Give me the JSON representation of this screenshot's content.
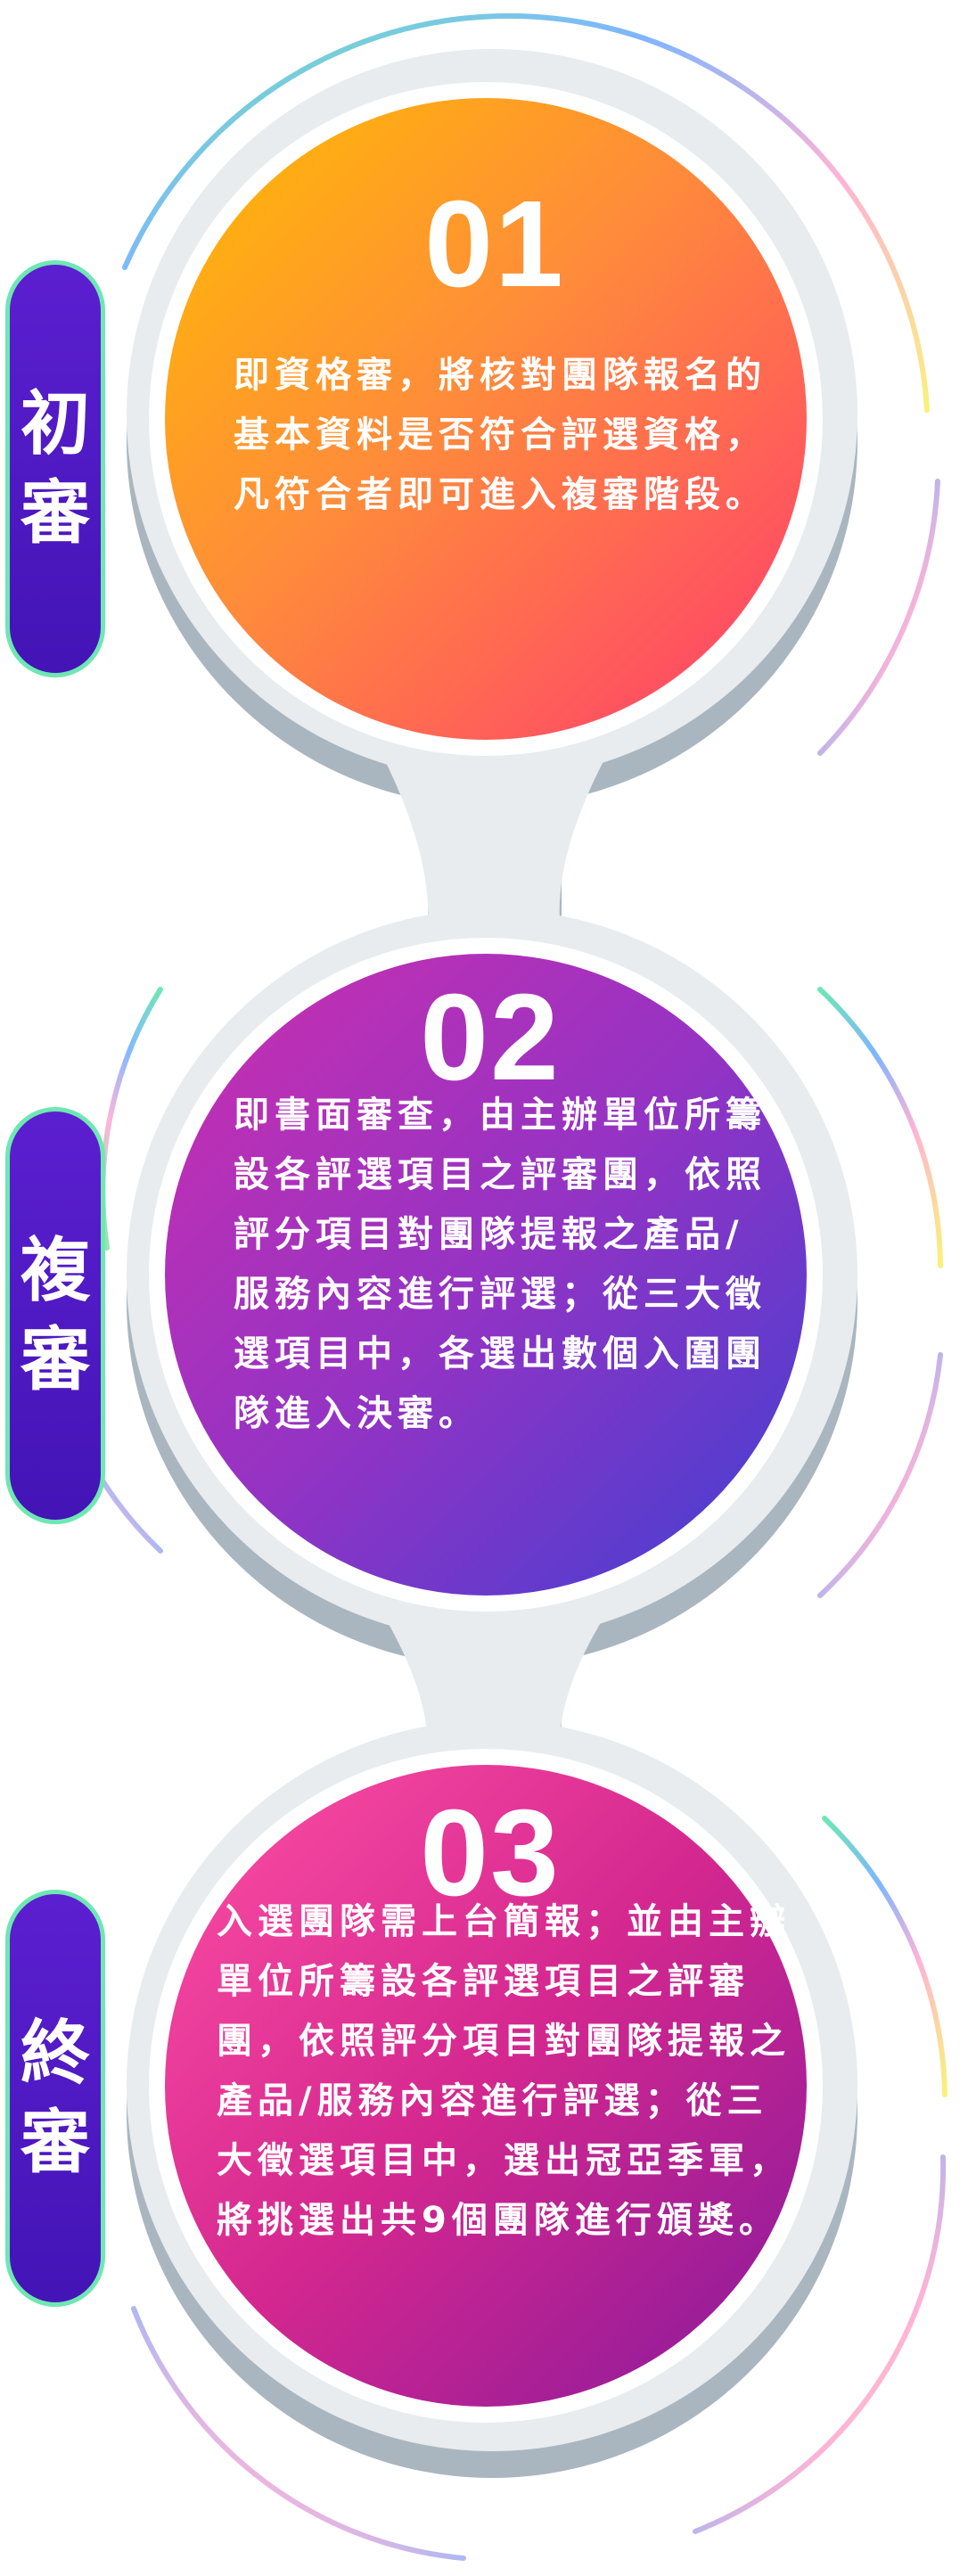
{
  "stages": [
    {
      "number": "01",
      "tag": "初審",
      "description": "即資格審，將核對團隊報名的基本資料是否符合評選資格，凡符合者即可進入複審階段。"
    },
    {
      "number": "02",
      "tag": "複審",
      "description": "即書面審查，由主辦單位所籌設各評選項目之評審團，依照評分項目對團隊提報之產品/服務內容進行評選；從三大徵選項目中，各選出數個入圍團隊進入決審。"
    },
    {
      "number": "03",
      "tag": "終審",
      "description": "入選團隊需上台簡報；並由主辦單位所籌設各評選項目之評審團，依照評分項目對團隊提報之產品/服務內容進行評選；從三大徵選項目中，選出冠亞季軍，將挑選出共9個團隊進行頒獎。"
    }
  ],
  "colors": {
    "stage1_gradient": [
      "#ffb800",
      "#ff8a3d",
      "#ff3f6e"
    ],
    "stage2_gradient": [
      "#c12fb3",
      "#8b37c8",
      "#4a3fd1"
    ],
    "stage3_gradient": [
      "#ff4aa0",
      "#d3278f",
      "#8f1a9a"
    ],
    "tag_fill": "#4a17c2",
    "tag_border": "#6ee7b3",
    "connector": "#e6eaee",
    "shadow": "#aab6bf"
  }
}
